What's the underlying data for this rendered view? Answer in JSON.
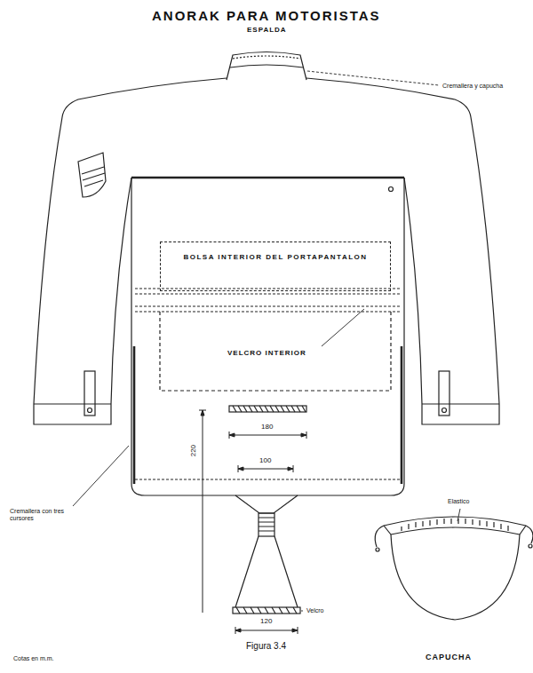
{
  "diagram": {
    "title": "ANORAK PARA MOTORISTAS",
    "caption": "Figura 3.4",
    "nodes": [
      {
        "text": [
          "BOLSA INTERIOR DEL PORTAPANTALON"
        ]
      }
    ],
    "labels": [
      "ESPALDA",
      "Cremallera y capucha",
      "VELCRO INTERIOR",
      "180",
      "100",
      "220",
      "Cremallera con tres cursores",
      "Elastico",
      "Velcro",
      "120",
      "CAPUCHA",
      "Cotas en m.m."
    ]
  }
}
